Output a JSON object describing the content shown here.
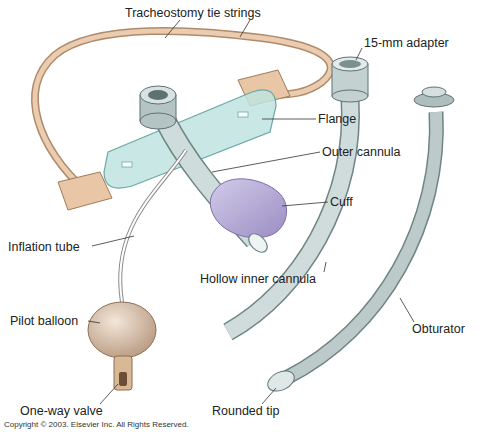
{
  "diagram": {
    "labels": [
      "Tracheostomy tie strings",
      "Flange",
      "Outer cannula",
      "Cuff",
      "15-mm adapter",
      "Inflation tube",
      "Hollow inner cannula",
      "Pilot balloon",
      "Obturator",
      "One-way valve",
      "Rounded tip",
      "Copyright © 2003. Elsevier Inc. All Rights Reserved."
    ]
  }
}
